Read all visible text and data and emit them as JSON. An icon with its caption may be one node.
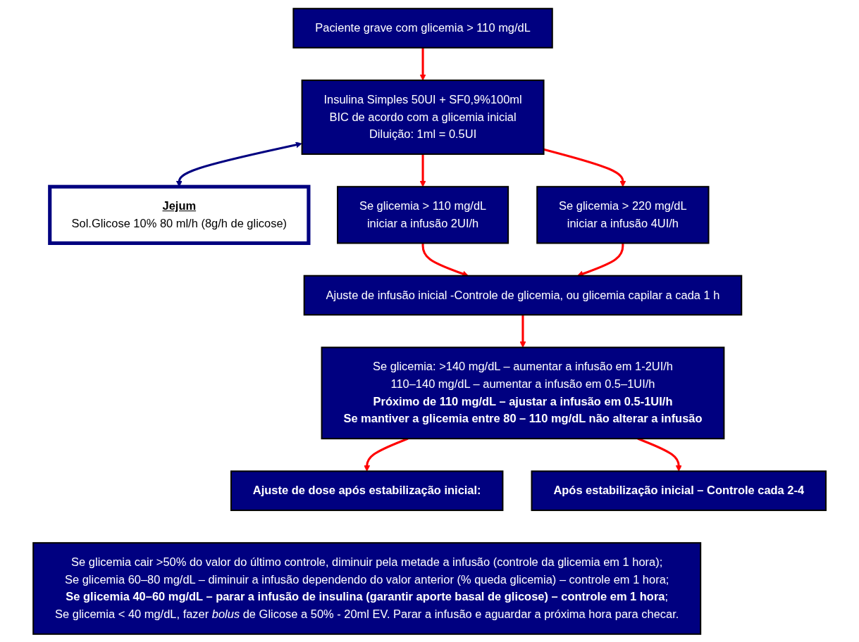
{
  "diagram": {
    "nodes": [
      {
        "text": [
          "Paciente grave com glicemia > 110 mg/dL"
        ]
      },
      {
        "text": [
          "Insulina Simples 50UI + SF0,9%100ml",
          "BIC de acordo com a glicemia inicial",
          "Diluição: 1ml = 0.5UI"
        ]
      },
      {
        "text": [
          "Jejum",
          "Sol.Glicose 10% 80 ml/h (8g/h de glicose)"
        ]
      },
      {
        "text": [
          "Se glicemia > 110 mg/dL",
          "iniciar a infusão 2UI/h"
        ]
      },
      {
        "text": [
          "Se glicemia  > 220 mg/dL",
          "iniciar a infusão 4UI/h"
        ]
      },
      {
        "text": [
          "Ajuste de infusão inicial -Controle de glicemia, ou glicemia capilar a cada 1 h"
        ]
      },
      {
        "text": [
          "Se glicemia: >140 mg/dL – aumentar a infusão em 1-2UI/h",
          "110–140 mg/dL – aumentar a  infusão em 0.5–1UI/h",
          "**Próximo de 110 mg/dL – ajustar a infusão em 0.5-1UI/h**",
          "**Se mantiver a glicemia entre 80 – 110 mg/dL não alterar a infusão**"
        ]
      },
      {
        "text": [
          "**Ajuste de dose após estabilização inicial:**"
        ]
      },
      {
        "text": [
          "**Após estabilização inicial – Controle cada 2-4**"
        ]
      },
      {
        "text": [
          "Se glicemia cair >50% do valor do último controle, diminuir pela metade a infusão (controle da glicemia em 1 hora);",
          "Se glicemia 60–80 mg/dL –  diminuir a infusão dependendo do valor anterior (% queda glicemia) – controle em 1 hora;",
          "**Se glicemia 40–60 mg/dL – parar a infusão de insulina (garantir aporte basal de glicose) – controle em 1 hora**;",
          "Se glicemia < 40 mg/dL, fazer *bolus* de Glicose  a 50% - 20ml EV. Parar a infusão e aguardar a próxima hora  para checar."
        ]
      }
    ],
    "edges": [
      {
        "from": 0,
        "to": 1,
        "arrow": "to"
      },
      {
        "from": 1,
        "to": 2,
        "arrow": "both",
        "color": "#000080"
      },
      {
        "from": 1,
        "to": 3,
        "arrow": "to"
      },
      {
        "from": 1,
        "to": 4,
        "arrow": "to"
      },
      {
        "from": 3,
        "to": 5,
        "arrow": "to"
      },
      {
        "from": 4,
        "to": 5,
        "arrow": "to"
      },
      {
        "from": 5,
        "to": 6,
        "arrow": "to"
      },
      {
        "from": 6,
        "to": 7,
        "arrow": "to"
      },
      {
        "from": 6,
        "to": 8,
        "arrow": "to"
      }
    ]
  }
}
